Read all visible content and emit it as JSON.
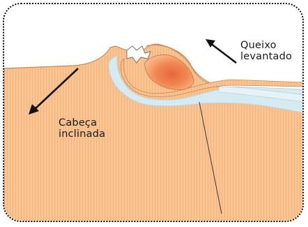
{
  "labels": {
    "chin": {
      "line1": "Queixo",
      "line2": "levantado"
    },
    "head": {
      "line1": "Cabeça",
      "line2": "inclinada"
    }
  },
  "colors": {
    "skin": "#f9c593",
    "skin_stripe": "#f3b47f",
    "outline": "#c98a57",
    "airway": "#d6eaf1",
    "airway_edge": "#b9d5df",
    "tongue_dark": "#e8663a",
    "tongue_light": "#fbbb8c",
    "arrow": "#111111",
    "frame_border": "#111111"
  },
  "icons": {
    "chin_arrow": "arrow-up-left-icon",
    "head_arrow": "arrow-down-left-icon"
  }
}
